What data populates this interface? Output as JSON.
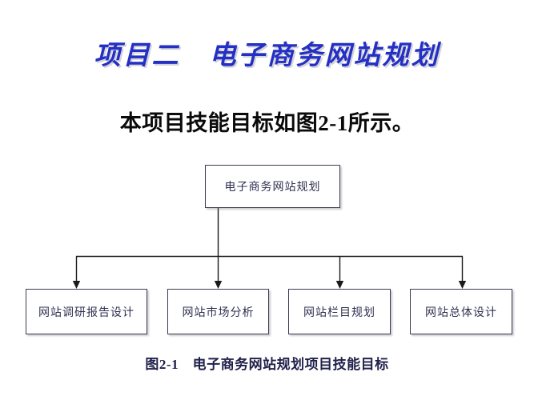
{
  "slide": {
    "background_color": "#ffffff",
    "heading": "项目二　电子商务网站规划",
    "heading_color": "#2430c4",
    "subtitle": "本项目技能目标如图2-1所示。",
    "subtitle_color": "#0a0a0a",
    "caption": "图2-1　电子商务网站规划项目技能目标",
    "caption_color": "#20214a"
  },
  "diagram": {
    "type": "org-chart",
    "box_border_color": "#3b3b52",
    "box_text_color": "#2f3050",
    "connector_color": "#1a1a1a",
    "root": {
      "label": "电子商务网站规划"
    },
    "children": [
      {
        "label": "网站调研报告设计"
      },
      {
        "label": "网站市场分析"
      },
      {
        "label": "网站栏目规划"
      },
      {
        "label": "网站总体设计"
      }
    ]
  }
}
